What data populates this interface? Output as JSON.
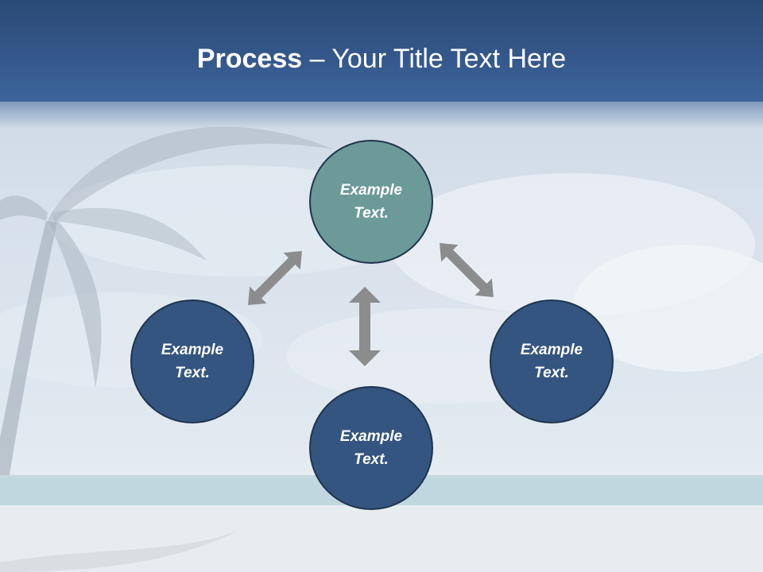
{
  "title": {
    "bold": "Process",
    "separator": " – ",
    "rest": "Your Title Text Here"
  },
  "diagram": {
    "nodes": {
      "top": {
        "label": "Example Text."
      },
      "left": {
        "label": "Example Text."
      },
      "right": {
        "label": "Example Text."
      },
      "bottom": {
        "label": "Example Text."
      }
    }
  },
  "colors": {
    "header": "#34578a",
    "node_blue": "#34557f",
    "node_teal": "#6b9a98",
    "arrow": "#8c8c8c"
  }
}
